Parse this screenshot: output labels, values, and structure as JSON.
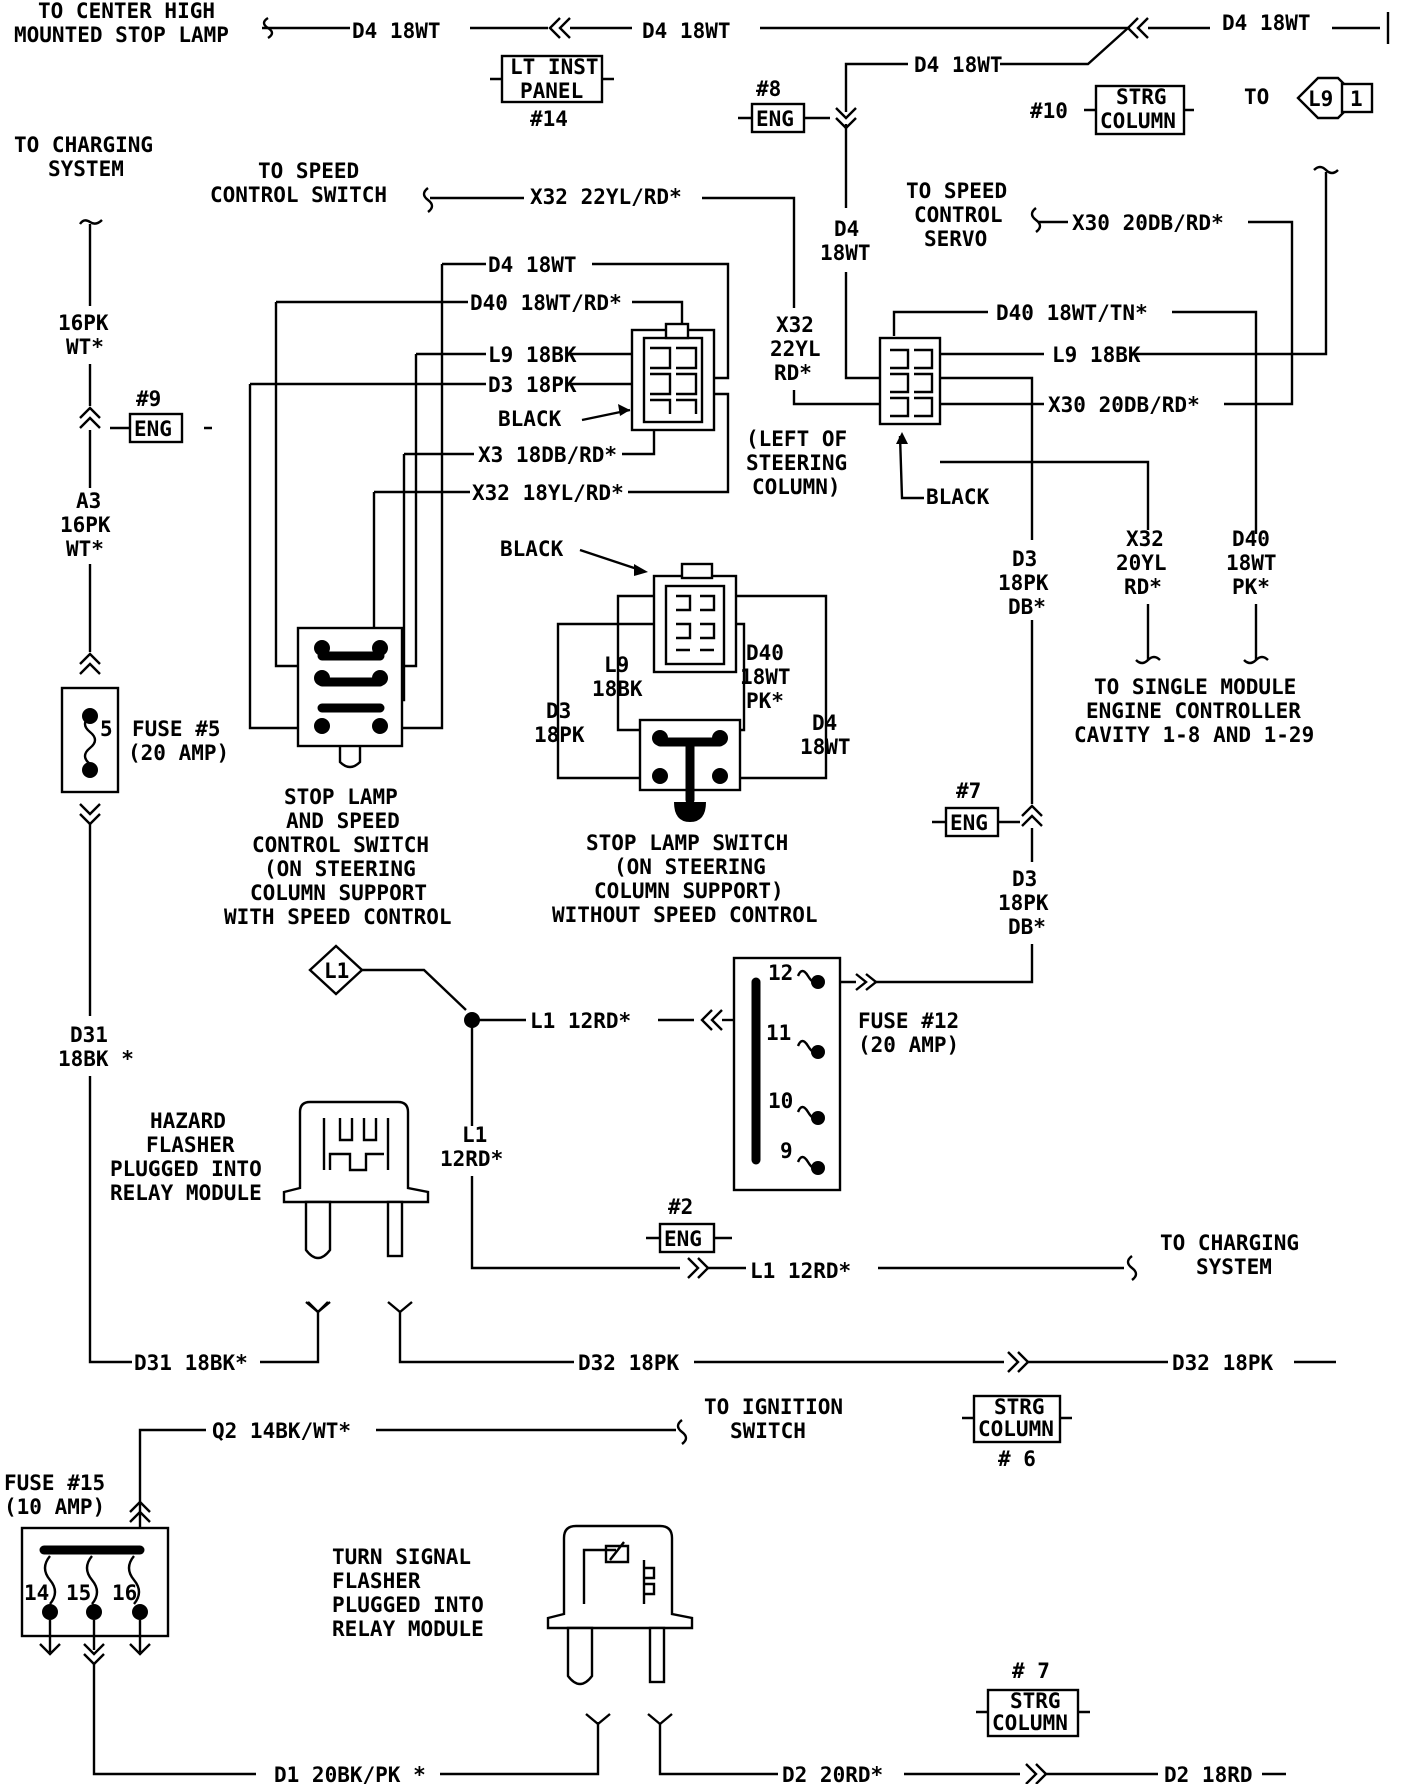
{
  "labels": {
    "to_center_high_1": "TO CENTER HIGH",
    "to_center_high_2": "MOUNTED STOP LAMP",
    "d4_18wt": "D4 18WT",
    "lt_inst_1": "LT INST",
    "lt_inst_2": "PANEL",
    "num_14": "#14",
    "num_8": "#8",
    "eng": "ENG",
    "num_10": "#10",
    "strg": "STRG",
    "column": "COLUMN",
    "to_l9_to": "TO",
    "l9": "L9",
    "one": "1",
    "to_charging_1": "TO CHARGING",
    "to_charging_2": "SYSTEM",
    "to_speed_ctrl_sw_1": "TO SPEED",
    "to_speed_ctrl_sw_2": "CONTROL SWITCH",
    "x32_22yl_rd": "X32 22YL/RD*",
    "to_speed_servo_1": "TO SPEED",
    "to_speed_servo_2": "CONTROL",
    "to_speed_servo_3": "SERVO",
    "x30_20db_rd": "X30 20DB/RD*",
    "d4": "D4",
    "w18wt": "18WT",
    "pk16": "16PK",
    "wt_star": "WT*",
    "num_9": "#9",
    "d40_18wt_rd": "D40 18WT/RD*",
    "l9_18bk": "L9 18BK",
    "d3_18pk": "D3 18PK",
    "black": "BLACK",
    "x3_18db_rd": "X3 18DB/RD*",
    "x32_18yl_rd": "X32 18YL/RD*",
    "x32": "X32",
    "yl22": "22YL",
    "rd_star": "RD*",
    "d40_18wt_tn": "D40 18WT/TN*",
    "left_of_1": "(LEFT OF",
    "left_of_2": "STEERING",
    "left_of_3": "COLUMN)",
    "a3": "A3",
    "d3": "D3",
    "pk18": "18PK",
    "db_star": "DB*",
    "yl20": "20YL",
    "d40": "D40",
    "pk_star": "PK*",
    "to_single_1": "TO SINGLE MODULE",
    "to_single_2": "ENGINE CONTROLLER",
    "to_single_3": "CAVITY 1-8 AND 1-29",
    "fuse5_1": "FUSE #5",
    "fuse5_2": "(20 AMP)",
    "five": "5",
    "bk18": "18BK",
    "stop_speed_1": "STOP LAMP",
    "stop_speed_2": "AND SPEED",
    "stop_speed_3": "CONTROL SWITCH",
    "stop_speed_4": "(ON STEERING",
    "stop_speed_5": "COLUMN SUPPORT",
    "stop_speed_6": "WITH SPEED CONTROL",
    "stop_sw_1": "STOP LAMP SWITCH",
    "stop_sw_2": "(ON STEERING",
    "stop_sw_3": "COLUMN SUPPORT)",
    "stop_sw_4": "WITHOUT SPEED CONTROL",
    "num_7": "#7",
    "l1": "L1",
    "l1_12rd": "L1 12RD*",
    "rd12": "12RD*",
    "fuse12_1": "FUSE #12",
    "fuse12_2": "(20 AMP)",
    "n12": "12",
    "n11": "11",
    "n10": "10",
    "n9": "9",
    "d31": "D31",
    "bk18_star": "18BK *",
    "hazard_1": "HAZARD",
    "hazard_2": "FLASHER",
    "hazard_3": "PLUGGED INTO",
    "hazard_4": "RELAY MODULE",
    "num_2": "#2",
    "d31_18bk": "D31 18BK*",
    "d32_18pk": "D32 18PK",
    "q2_14bk_wt": "Q2 14BK/WT*",
    "to_ign_1": "TO IGNITION",
    "to_ign_2": "SWITCH",
    "num_6": "# 6",
    "fuse15_1": "FUSE #15",
    "fuse15_2": "(10 AMP)",
    "n14": "14",
    "n15": "15",
    "n16": "16",
    "turn_1": "TURN SIGNAL",
    "turn_2": "FLASHER",
    "turn_3": "PLUGGED INTO",
    "turn_4": "RELAY MODULE",
    "num_7b": "# 7",
    "d1_20bk_pk": "D1 20BK/PK *",
    "d2_20rd": "D2 20RD*",
    "d2_18rd": "D2 18RD"
  }
}
